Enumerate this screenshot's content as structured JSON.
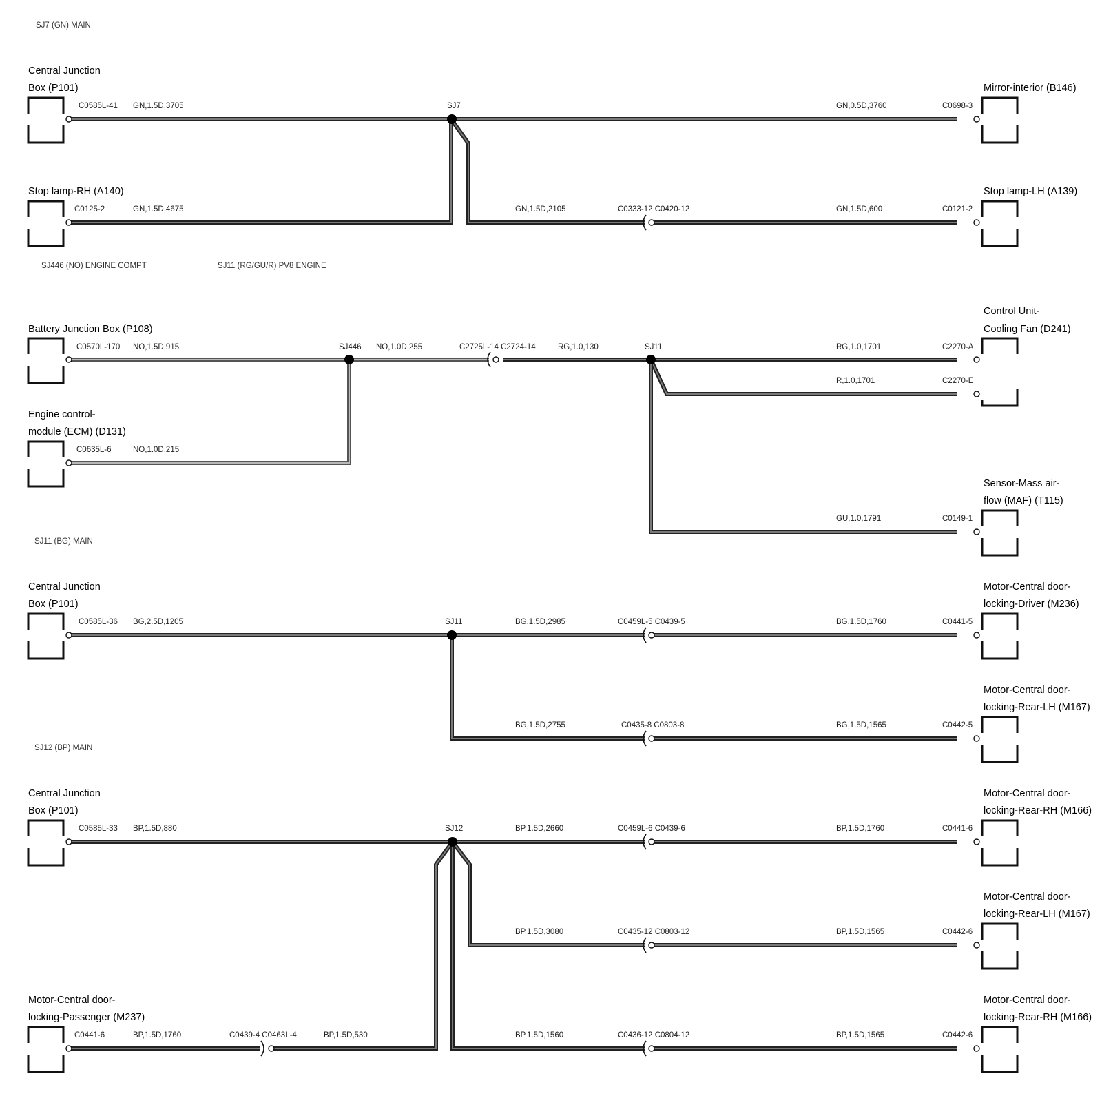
{
  "sections": {
    "s1": "SJ7 (GN) MAIN",
    "s2a": "SJ446 (NO) ENGINE COMPT",
    "s2b": "SJ11 (RG/GU/R) PV8 ENGINE",
    "s3": "SJ11 (BG) MAIN",
    "s4": "SJ12 (BP) MAIN"
  },
  "components": {
    "cjb1_l1": "Central Junction",
    "cjb1_l2": "Box (P101)",
    "stop_rh": "Stop lamp-RH (A140)",
    "mirror": "Mirror-interior (B146)",
    "stop_lh": "Stop lamp-LH (A139)",
    "bjb": "Battery Junction Box (P108)",
    "ecm_l1": "Engine control-",
    "ecm_l2": "module (ECM) (D131)",
    "fan_l1": "Control Unit-",
    "fan_l2": "Cooling Fan (D241)",
    "maf_l1": "Sensor-Mass air-",
    "maf_l2": "flow (MAF) (T115)",
    "cjb3_l1": "Central Junction",
    "cjb3_l2": "Box (P101)",
    "m236_l1": "Motor-Central door-",
    "m236_l2": "locking-Driver (M236)",
    "m167a_l1": "Motor-Central door-",
    "m167a_l2": "locking-Rear-LH (M167)",
    "cjb4_l1": "Central Junction",
    "cjb4_l2": "Box (P101)",
    "m166a_l1": "Motor-Central door-",
    "m166a_l2": "locking-Rear-RH (M166)",
    "m167b_l1": "Motor-Central door-",
    "m167b_l2": "locking-Rear-LH (M167)",
    "m237_l1": "Motor-Central door-",
    "m237_l2": "locking-Passenger (M237)",
    "m166b_l1": "Motor-Central door-",
    "m166b_l2": "locking-Rear-RH (M166)"
  },
  "splices": {
    "sj7": "SJ7",
    "sj446": "SJ446",
    "sj11a": "SJ11",
    "sj11b": "SJ11",
    "sj12": "SJ12"
  },
  "labels": {
    "r1_pin_l": "C0585L-41",
    "r1_wire_l": "GN,1.5D,3705",
    "r1_wire_r": "GN,0.5D,3760",
    "r1_pin_r": "C0698-3",
    "r2_pin_l": "C0125-2",
    "r2_wire_l": "GN,1.5D,4675",
    "r2_wire_m": "GN,1.5D,2105",
    "r2_conn": "C0333-12 C0420-12",
    "r2_wire_r": "GN,1.5D,600",
    "r2_pin_r": "C0121-2",
    "r3_pin_l": "C0570L-170",
    "r3_wire_l": "NO,1.5D,915",
    "r3_wire_m": "NO,1.0D,255",
    "r3_conn": "C2725L-14 C2724-14",
    "r3_wire_m2": "RG,1.0,130",
    "r3_wire_r": "RG,1.0,1701",
    "r3_pin_r": "C2270-A",
    "r3b_wire_r": "R,1.0,1701",
    "r3b_pin_r": "C2270-E",
    "r4_pin_l": "C0635L-6",
    "r4_wire_l": "NO,1.0D,215",
    "r5_wire_r": "GU,1.0,1791",
    "r5_pin_r": "C0149-1",
    "r6_pin_l": "C0585L-36",
    "r6_wire_l": "BG,2.5D,1205",
    "r6_wire_m": "BG,1.5D,2985",
    "r6_conn": "C0459L-5  C0439-5",
    "r6_wire_r": "BG,1.5D,1760",
    "r6_pin_r": "C0441-5",
    "r7_wire_m": "BG,1.5D,2755",
    "r7_conn": "C0435-8 C0803-8",
    "r7_wire_r": "BG,1.5D,1565",
    "r7_pin_r": "C0442-5",
    "r8_pin_l": "C0585L-33",
    "r8_wire_l": "BP,1.5D,880",
    "r8_wire_m": "BP,1.5D,2660",
    "r8_conn": "C0459L-6  C0439-6",
    "r8_wire_r": "BP,1.5D,1760",
    "r8_pin_r": "C0441-6",
    "r9_wire_m": "BP,1.5D,3080",
    "r9_conn": "C0435-12 C0803-12",
    "r9_wire_r": "BP,1.5D,1565",
    "r9_pin_r": "C0442-6",
    "r10_pin_l": "C0441-6",
    "r10_wire_l": "BP,1.5D,1760",
    "r10_conn_l": "C0439-4  C0463L-4",
    "r10_wire_l2": "BP,1.5D,530",
    "r10_wire_m": "BP,1.5D,1560",
    "r10_conn": "C0436-12 C0804-12",
    "r10_wire_r": "BP,1.5D,1565",
    "r10_pin_r": "C0442-6"
  }
}
